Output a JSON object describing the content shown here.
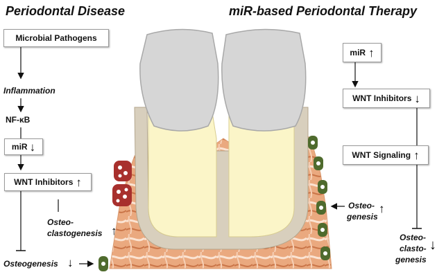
{
  "left": {
    "title": "Periodontal Disease",
    "nodes": {
      "microbial": "Microbial Pathogens",
      "inflammation": "Inflammation",
      "nfkb": "NF-κB",
      "mir": "miR",
      "wnt": "WNT Inhibitors",
      "osteoclasto_1": "Osteo-",
      "osteoclasto_2": "clastogenesis",
      "osteogenesis": "Osteogenesis"
    },
    "arrows": {
      "mir": "↓",
      "wnt": "↑",
      "osteoclasto": "↑",
      "osteogenesis": "↓"
    }
  },
  "right": {
    "title": "miR-based Periodontal Therapy",
    "nodes": {
      "mir": "miR",
      "wnt_inhib": "WNT Inhibitors",
      "wnt_signal": "WNT Signaling",
      "osteogenesis_1": "Osteo-",
      "osteogenesis_2": "genesis",
      "osteoclasto_1": "Osteo-",
      "osteoclasto_2": "clasto-",
      "osteoclasto_3": "genesis"
    },
    "arrows": {
      "mir": "↑",
      "wnt_inhib": "↓",
      "wnt_signal": "↑",
      "osteogenesis": "↑",
      "osteoclasto": "↓"
    }
  },
  "colors": {
    "crown": "#d6d6d6",
    "root": "#fbf5c8",
    "periodontal_ligament": "#d8cfbd",
    "bone": "#e9ae86",
    "osteoclast": "#a8302d",
    "osteoblast": "#4f6b2d"
  }
}
